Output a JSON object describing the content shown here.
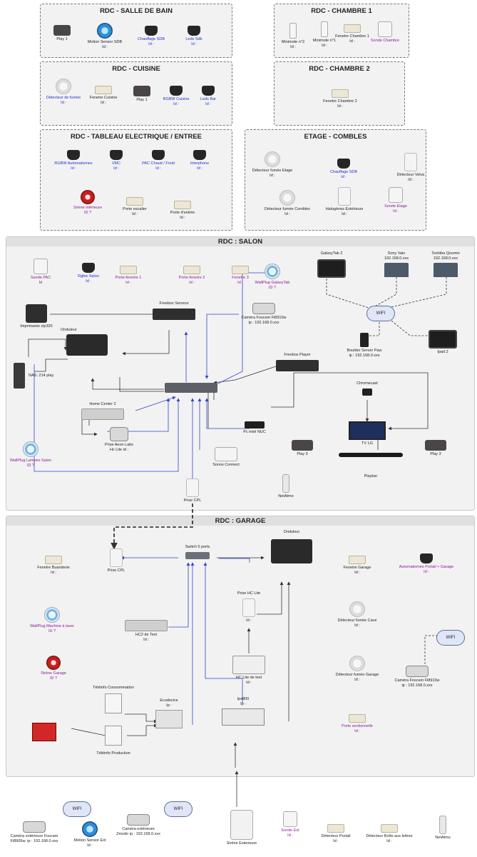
{
  "panels": {
    "sdb": "RDC - SALLE DE BAIN",
    "chambre1": "RDC - CHAMBRE 1",
    "cuisine": "RDC - CUISINE",
    "chambre2": "RDC - CHAMBRE 2",
    "tableau": "RDC - TABLEAU ELECTRIQUE / ENTREE",
    "combles": "ETAGE - COMBLES",
    "salon": "RDC : SALON",
    "garage": "RDC : GARAGE"
  },
  "devices": {
    "sdb_play1": {
      "label": "Play 1",
      "id": ""
    },
    "sdb_motion": {
      "label": "Motion Sensor SDB",
      "id": "Id :"
    },
    "sdb_chauffage": {
      "label": "Chauffage SDB",
      "id": "Id :"
    },
    "sdb_leds": {
      "label": "Leds Sdb",
      "id": "Id :"
    },
    "ch1_minimote2": {
      "label": "Minimote n°2",
      "id": "Id :"
    },
    "ch1_minimote1": {
      "label": "Minimote n°1",
      "id": "Id :"
    },
    "ch1_fenetre": {
      "label": "Fenetre Chambre 1",
      "id": "Id :"
    },
    "ch1_sonde": {
      "label": "Sonde Chambre",
      "id": ""
    },
    "cui_detecteur": {
      "label": "Détecteur de fumée",
      "id": "Id :"
    },
    "cui_fenetre": {
      "label": "Fenetre Cuisine",
      "id": "Id :"
    },
    "cui_play1": {
      "label": "Play 1",
      "id": ""
    },
    "cui_rgbw": {
      "label": "RGBW Cuisine",
      "id": "Id :"
    },
    "cui_leds": {
      "label": "Leds Bar",
      "id": "Id :"
    },
    "ch2_fenetre": {
      "label": "Fenetre Chambre 2",
      "id": "Id :"
    },
    "te_rgbw": {
      "label": "RGBW Automatismes",
      "id": "Id :"
    },
    "te_vmc": {
      "label": "VMC",
      "id": "Id :"
    },
    "te_pac": {
      "label": "PAC Chaud / Froid",
      "id": "Id :"
    },
    "te_interphone": {
      "label": "Interphone",
      "id": "Id :"
    },
    "te_sirene": {
      "label": "Sirène intérieure",
      "id": "ID ?"
    },
    "te_porte_escalier": {
      "label": "Porte escalier",
      "id": "Id :"
    },
    "te_porte_entree": {
      "label": "Porte d'entrée",
      "id": "Id :"
    },
    "ec_detecteur": {
      "label": "Détecteur fumée Etage",
      "id": "Id :"
    },
    "ec_chauffage": {
      "label": "Chauffage SDB",
      "id": "Id :"
    },
    "ec_velux": {
      "label": "Détecteur Velux",
      "id": "Id :"
    },
    "ec_detecteur_combles": {
      "label": "Détecteur fumée Combles",
      "id": "Id :"
    },
    "ec_halogenes": {
      "label": "Halogènes Extérieurs",
      "id": "Id :"
    },
    "ec_sonde": {
      "label": "Sonde Etage",
      "id": "Id :"
    },
    "sa_sonde_pac": {
      "label": "Sonde PAC",
      "id": "Id"
    },
    "sa_rgbw": {
      "label": "Rgbw Salon",
      "id": "Id :"
    },
    "sa_pf1": {
      "label": "Porte-fenetre 1",
      "id": "Id :"
    },
    "sa_pf2": {
      "label": "Porte-fenetre 2",
      "id": "Id :"
    },
    "sa_f3": {
      "label": "Fenetre 3",
      "id": "Id :"
    },
    "sa_wallplug_tab": {
      "label": "WallPlug GalaxyTab",
      "id": "ID ?"
    },
    "sa_galaxytab": {
      "label": "GalaxyTab 2",
      "id": ""
    },
    "sa_vaio": {
      "label": "Sony Vaio",
      "id": "192.168.0.xxx"
    },
    "sa_toshiba": {
      "label": "Toshiba Qosmio",
      "id": "192.168.0.xxx"
    },
    "sa_printer": {
      "label": "Imprimante clp320",
      "id": ""
    },
    "sa_freebox_srv": {
      "label": "Freebox Serveur",
      "id": ""
    },
    "sa_onduleur": {
      "label": "Onduleur",
      "id": ""
    },
    "sa_camera": {
      "label": "Caméra Foscam Fi8910w",
      "id": "ip : 192.168.0.xxx"
    },
    "sa_nas": {
      "label": "NAS: 214 play",
      "id": ""
    },
    "sa_boulder": {
      "label": "Boulder Server Paw",
      "id": "ip : 192.168.0.xxx"
    },
    "sa_ipad": {
      "label": "Ipad 2",
      "id": ""
    },
    "sa_freebox_player": {
      "label": "Freebox Player",
      "id": ""
    },
    "sa_chromecast": {
      "label": "Chromecast",
      "id": ""
    },
    "sa_hc2": {
      "label": "Home Center 2",
      "id": ""
    },
    "sa_aeon": {
      "label": "Prise Aeon Labs",
      "id": "Hc Lite id :"
    },
    "sa_wallplug_lampes": {
      "label": "WallPlug Lampes Salon",
      "id": "ID ?"
    },
    "sa_nuc": {
      "label": "Pc intel NUC",
      "id": ""
    },
    "sa_tv": {
      "label": "TV LG",
      "id": ""
    },
    "sa_sonos": {
      "label": "Sonos Connect",
      "id": ""
    },
    "sa_play3a": {
      "label": "Play 3",
      "id": ""
    },
    "sa_playbar": {
      "label": "Playbar",
      "id": ""
    },
    "sa_play3b": {
      "label": "Play 3",
      "id": ""
    },
    "sa_netatmo": {
      "label": "NetAtmo",
      "id": ""
    },
    "sa_cpl": {
      "label": "Prise CPL",
      "id": ""
    },
    "ga_fenetre_buanderie": {
      "label": "Fenetre Buanderie",
      "id": "Id :"
    },
    "ga_cpl": {
      "label": "Prise CPL",
      "id": ""
    },
    "ga_switch": {
      "label": "Switch 5 ports",
      "id": ""
    },
    "ga_onduleur": {
      "label": "Onduleur",
      "id": ""
    },
    "ga_fenetre_garage": {
      "label": "Fenetre Garage",
      "id": "Id :"
    },
    "ga_auto_portail": {
      "label": "Automatismes Portail + Garage",
      "id": "Id :"
    },
    "ga_wallplug": {
      "label": "WallPlug Machine à laver",
      "id": "ID ?"
    },
    "ga_prise_hc": {
      "label": "Prise HC Lite",
      "id": "Id :"
    },
    "ga_det_cave": {
      "label": "Détecteur fumée Cave",
      "id": "Id :"
    },
    "ga_hc2_test": {
      "label": "HC2 de Test",
      "id": "Id :"
    },
    "ga_camera": {
      "label": "Caméra Foscam Fi8910w",
      "id": "ip : 192.168.0.xxx"
    },
    "ga_sirene": {
      "label": "Sirène Garage",
      "id": "ID ?"
    },
    "ga_hclite": {
      "label": "HC Lite de test",
      "id": "Id :"
    },
    "ga_det_garage": {
      "label": "Détecteur fumée Garage",
      "id": "Id :"
    },
    "ga_teleinfo_conso": {
      "label": "Téléinfo Consommation",
      "id": ""
    },
    "ga_ecodevice": {
      "label": "Ecodevice",
      "id": "Ip :"
    },
    "ga_ipx": {
      "label": "Ipx800",
      "id": "Ip :"
    },
    "ga_porte_sect": {
      "label": "Porte sectionnelle",
      "id": "Id :"
    },
    "ga_teleinfo_prod": {
      "label": "Téléinfo Production",
      "id": ""
    },
    "ex_cam_foscam": {
      "label": "Caméra extérieure Foscam",
      "id": "Fi8905w. ip : 192.168.0.xxx"
    },
    "ex_motion": {
      "label": "Motion Sensor Ext",
      "id": "Id :"
    },
    "ex_cam_zmodo": {
      "label": "Caméra extérieure",
      "id": "Zmodo ip : 192.168.0.xxx"
    },
    "ex_sirene": {
      "label": "Sirène Exterieure",
      "id": ""
    },
    "ex_sonde": {
      "label": "Sonde Ext",
      "id": "Id :"
    },
    "ex_det_portail": {
      "label": "Détecteur Portail",
      "id": "Id :"
    },
    "ex_det_boite": {
      "label": "Détecteur Boîte aux lettres",
      "id": "Id :"
    },
    "ex_netatmo": {
      "label": "NetAtmo",
      "id": ""
    }
  },
  "wifi": {
    "salon": "WIFI",
    "garage": "WIFI",
    "ext1": "WIFI",
    "ext2": "WIFI"
  },
  "icons": {
    "speaker": "speaker-icon",
    "module": "relay-module-icon",
    "eye": "motion-sensor-icon",
    "door": "door-window-sensor-icon",
    "smoke": "smoke-detector-icon",
    "plug": "power-plug-icon",
    "wallplug": "wall-plug-icon",
    "siren": "siren-icon",
    "thermo": "temperature-sensor-icon",
    "remote": "remote-control-icon",
    "camera": "ip-camera-icon"
  },
  "colors": {
    "label_blue": "#2233cc",
    "label_purple": "#8a1a9a",
    "link_blue": "#3344cc",
    "link_black": "#333333",
    "panel_bg": "#f2f2f2"
  }
}
